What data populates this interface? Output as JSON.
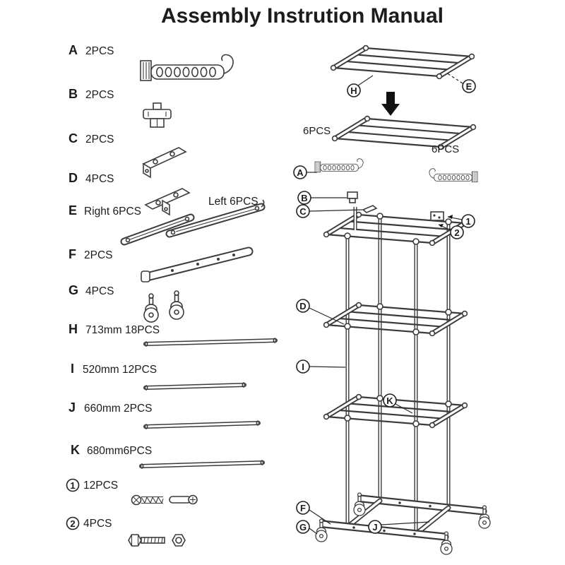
{
  "title": "Assembly Instrution Manual",
  "parts_list": [
    {
      "label": "A",
      "qty": "2PCS"
    },
    {
      "label": "B",
      "qty": "2PCS"
    },
    {
      "label": "C",
      "qty": "2PCS"
    },
    {
      "label": "D",
      "qty": "4PCS"
    },
    {
      "label": "E",
      "qty": "Right  6PCS",
      "qty_extra": "Left  6PCS"
    },
    {
      "label": "F",
      "qty": "2PCS"
    },
    {
      "label": "G",
      "qty": "4PCS"
    },
    {
      "label": "H",
      "qty": "713mm 18PCS"
    },
    {
      "label": "I",
      "qty": "520mm 12PCS"
    },
    {
      "label": "J",
      "qty": "660mm 2PCS"
    },
    {
      "label": "K",
      "qty": "680mm6PCS"
    },
    {
      "label": "1",
      "qty": "12PCS"
    },
    {
      "label": "2",
      "qty": "4PCS"
    }
  ],
  "diagram": {
    "callouts": {
      "h": "H",
      "e": "E",
      "a": "A",
      "b": "B",
      "c": "C",
      "num1": "1",
      "num2": "2",
      "d": "D",
      "i": "I",
      "k": "K",
      "f": "F",
      "g": "G",
      "j": "J"
    },
    "top_shelf_qty_left": "6PCS",
    "top_shelf_qty_right": "6PCS"
  }
}
